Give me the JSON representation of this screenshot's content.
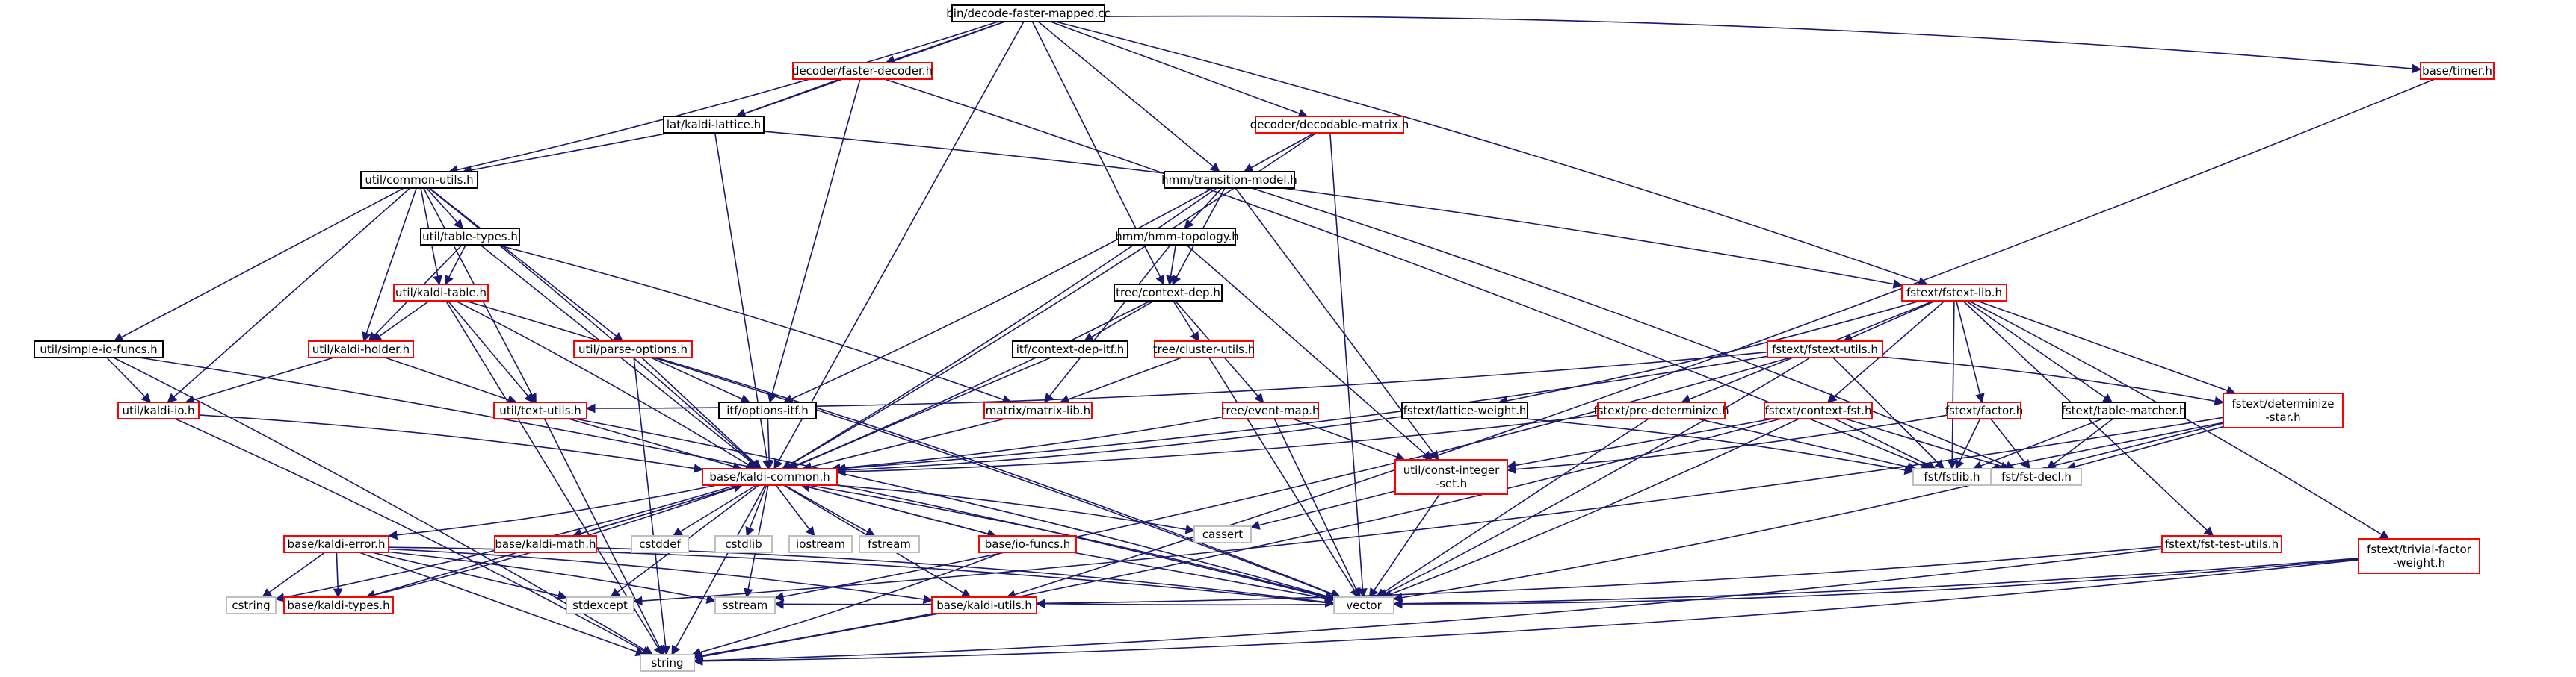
{
  "diagram": {
    "root": "bin/decode-faster-mapped.cc",
    "colors": {
      "root_fill": "#bfbfbf",
      "red_border": "#ff0000",
      "gray_border": "#bfbfbf",
      "black_border": "#000000",
      "edge": "#191970"
    },
    "nodes": [
      {
        "id": "root",
        "label": "bin/decode-faster-mapped.cc",
        "style": "root"
      },
      {
        "id": "faster_decoder",
        "label": "decoder/faster-decoder.h",
        "style": "red"
      },
      {
        "id": "timer",
        "label": "base/timer.h",
        "style": "red"
      },
      {
        "id": "kaldi_lattice",
        "label": "lat/kaldi-lattice.h",
        "style": "black"
      },
      {
        "id": "decodable_matrix",
        "label": "decoder/decodable-matrix.h",
        "style": "red"
      },
      {
        "id": "common_utils",
        "label": "util/common-utils.h",
        "style": "black"
      },
      {
        "id": "transition_model",
        "label": "hmm/transition-model.h",
        "style": "black"
      },
      {
        "id": "table_types",
        "label": "util/table-types.h",
        "style": "black"
      },
      {
        "id": "hmm_topology",
        "label": "hmm/hmm-topology.h",
        "style": "black"
      },
      {
        "id": "kaldi_table",
        "label": "util/kaldi-table.h",
        "style": "red"
      },
      {
        "id": "context_dep",
        "label": "tree/context-dep.h",
        "style": "black"
      },
      {
        "id": "fstext_lib",
        "label": "fstext/fstext-lib.h",
        "style": "red"
      },
      {
        "id": "simple_io",
        "label": "util/simple-io-funcs.h",
        "style": "black"
      },
      {
        "id": "kaldi_holder",
        "label": "util/kaldi-holder.h",
        "style": "red"
      },
      {
        "id": "parse_options",
        "label": "util/parse-options.h",
        "style": "red"
      },
      {
        "id": "context_dep_itf",
        "label": "itf/context-dep-itf.h",
        "style": "black"
      },
      {
        "id": "cluster_utils",
        "label": "tree/cluster-utils.h",
        "style": "red"
      },
      {
        "id": "fstext_utils",
        "label": "fstext/fstext-utils.h",
        "style": "red"
      },
      {
        "id": "kaldi_io",
        "label": "util/kaldi-io.h",
        "style": "red"
      },
      {
        "id": "text_utils",
        "label": "util/text-utils.h",
        "style": "red"
      },
      {
        "id": "options_itf",
        "label": "itf/options-itf.h",
        "style": "black"
      },
      {
        "id": "matrix_lib",
        "label": "matrix/matrix-lib.h",
        "style": "red"
      },
      {
        "id": "event_map",
        "label": "tree/event-map.h",
        "style": "red"
      },
      {
        "id": "lattice_weight",
        "label": "fstext/lattice-weight.h",
        "style": "black"
      },
      {
        "id": "pre_determinize",
        "label": "fstext/pre-determinize.h",
        "style": "red"
      },
      {
        "id": "context_fst",
        "label": "fstext/context-fst.h",
        "style": "red"
      },
      {
        "id": "factor",
        "label": "fstext/factor.h",
        "style": "red"
      },
      {
        "id": "table_matcher",
        "label": "fstext/table-matcher.h",
        "style": "black"
      },
      {
        "id": "determinize_star",
        "label": "fstext/determinize\n-star.h",
        "style": "red"
      },
      {
        "id": "kaldi_common",
        "label": "base/kaldi-common.h",
        "style": "red"
      },
      {
        "id": "const_integer_set",
        "label": "util/const-integer\n-set.h",
        "style": "red"
      },
      {
        "id": "fstlib",
        "label": "fst/fstlib.h",
        "style": "gray"
      },
      {
        "id": "fst_decl",
        "label": "fst/fst-decl.h",
        "style": "gray"
      },
      {
        "id": "kaldi_error",
        "label": "base/kaldi-error.h",
        "style": "red"
      },
      {
        "id": "kaldi_math",
        "label": "base/kaldi-math.h",
        "style": "red"
      },
      {
        "id": "cstddef",
        "label": "cstddef",
        "style": "gray"
      },
      {
        "id": "cstdlib",
        "label": "cstdlib",
        "style": "gray"
      },
      {
        "id": "iostream",
        "label": "iostream",
        "style": "gray"
      },
      {
        "id": "fstream",
        "label": "fstream",
        "style": "gray"
      },
      {
        "id": "io_funcs",
        "label": "base/io-funcs.h",
        "style": "red"
      },
      {
        "id": "cassert",
        "label": "cassert",
        "style": "gray"
      },
      {
        "id": "fst_test_utils",
        "label": "fstext/fst-test-utils.h",
        "style": "red"
      },
      {
        "id": "trivial_factor",
        "label": "fstext/trivial-factor\n-weight.h",
        "style": "red"
      },
      {
        "id": "kaldi_types",
        "label": "base/kaldi-types.h",
        "style": "red"
      },
      {
        "id": "cstring",
        "label": "cstring",
        "style": "gray"
      },
      {
        "id": "stdexcept",
        "label": "stdexcept",
        "style": "gray"
      },
      {
        "id": "sstream",
        "label": "sstream",
        "style": "gray"
      },
      {
        "id": "vector",
        "label": "vector",
        "style": "gray"
      },
      {
        "id": "kaldi_utils",
        "label": "base/kaldi-utils.h",
        "style": "red"
      },
      {
        "id": "string",
        "label": "string",
        "style": "gray"
      }
    ],
    "edges": [
      [
        "root",
        "faster_decoder"
      ],
      [
        "root",
        "timer"
      ],
      [
        "root",
        "kaldi_lattice"
      ],
      [
        "root",
        "decodable_matrix"
      ],
      [
        "root",
        "common_utils"
      ],
      [
        "root",
        "transition_model"
      ],
      [
        "root",
        "context_dep"
      ],
      [
        "root",
        "fstext_lib"
      ],
      [
        "root",
        "kaldi_common"
      ],
      [
        "faster_decoder",
        "kaldi_lattice"
      ],
      [
        "faster_decoder",
        "options_itf"
      ],
      [
        "faster_decoder",
        "fstlib"
      ],
      [
        "timer",
        "kaldi_utils"
      ],
      [
        "kaldi_lattice",
        "common_utils"
      ],
      [
        "kaldi_lattice",
        "fstext_lib"
      ],
      [
        "kaldi_lattice",
        "kaldi_common"
      ],
      [
        "decodable_matrix",
        "transition_model"
      ],
      [
        "decodable_matrix",
        "kaldi_common"
      ],
      [
        "decodable_matrix",
        "vector"
      ],
      [
        "common_utils",
        "table_types"
      ],
      [
        "common_utils",
        "kaldi_table"
      ],
      [
        "common_utils",
        "simple_io"
      ],
      [
        "common_utils",
        "kaldi_holder"
      ],
      [
        "common_utils",
        "parse_options"
      ],
      [
        "common_utils",
        "kaldi_io"
      ],
      [
        "common_utils",
        "text_utils"
      ],
      [
        "common_utils",
        "kaldi_common"
      ],
      [
        "transition_model",
        "hmm_topology"
      ],
      [
        "transition_model",
        "context_dep"
      ],
      [
        "transition_model",
        "options_itf"
      ],
      [
        "transition_model",
        "const_integer_set"
      ],
      [
        "transition_model",
        "kaldi_common"
      ],
      [
        "transition_model",
        "fst_decl"
      ],
      [
        "table_types",
        "kaldi_table"
      ],
      [
        "table_types",
        "kaldi_holder"
      ],
      [
        "table_types",
        "matrix_lib"
      ],
      [
        "table_types",
        "kaldi_common"
      ],
      [
        "hmm_topology",
        "context_dep"
      ],
      [
        "hmm_topology",
        "matrix_lib"
      ],
      [
        "hmm_topology",
        "const_integer_set"
      ],
      [
        "kaldi_table",
        "kaldi_holder"
      ],
      [
        "kaldi_table",
        "text_utils"
      ],
      [
        "kaldi_table",
        "kaldi_common"
      ],
      [
        "kaldi_table",
        "string"
      ],
      [
        "kaldi_table",
        "vector"
      ],
      [
        "context_dep",
        "context_dep_itf"
      ],
      [
        "context_dep",
        "cluster_utils"
      ],
      [
        "context_dep",
        "event_map"
      ],
      [
        "context_dep",
        "kaldi_common"
      ],
      [
        "fstext_lib",
        "fstext_utils"
      ],
      [
        "fstext_lib",
        "lattice_weight"
      ],
      [
        "fstext_lib",
        "pre_determinize"
      ],
      [
        "fstext_lib",
        "context_fst"
      ],
      [
        "fstext_lib",
        "factor"
      ],
      [
        "fstext_lib",
        "table_matcher"
      ],
      [
        "fstext_lib",
        "determinize_star"
      ],
      [
        "fstext_lib",
        "fstlib"
      ],
      [
        "fstext_lib",
        "fst_test_utils"
      ],
      [
        "fstext_lib",
        "trivial_factor"
      ],
      [
        "simple_io",
        "kaldi_io"
      ],
      [
        "simple_io",
        "string"
      ],
      [
        "simple_io",
        "vector"
      ],
      [
        "kaldi_holder",
        "kaldi_io"
      ],
      [
        "kaldi_holder",
        "text_utils"
      ],
      [
        "parse_options",
        "options_itf"
      ],
      [
        "parse_options",
        "kaldi_common"
      ],
      [
        "parse_options",
        "string"
      ],
      [
        "parse_options",
        "vector"
      ],
      [
        "context_dep_itf",
        "kaldi_common"
      ],
      [
        "cluster_utils",
        "matrix_lib"
      ],
      [
        "cluster_utils",
        "vector"
      ],
      [
        "fstext_utils",
        "text_utils"
      ],
      [
        "fstext_utils",
        "determinize_star"
      ],
      [
        "fstext_utils",
        "fstlib"
      ],
      [
        "fstext_utils",
        "vector"
      ],
      [
        "fstext_utils",
        "kaldi_common"
      ],
      [
        "fstext_utils",
        "sstream"
      ],
      [
        "kaldi_io",
        "kaldi_common"
      ],
      [
        "kaldi_io",
        "string"
      ],
      [
        "text_utils",
        "kaldi_common"
      ],
      [
        "text_utils",
        "string"
      ],
      [
        "text_utils",
        "vector"
      ],
      [
        "options_itf",
        "kaldi_common"
      ],
      [
        "matrix_lib",
        "kaldi_common"
      ],
      [
        "event_map",
        "kaldi_common"
      ],
      [
        "event_map",
        "const_integer_set"
      ],
      [
        "event_map",
        "vector"
      ],
      [
        "lattice_weight",
        "kaldi_common"
      ],
      [
        "lattice_weight",
        "fstlib"
      ],
      [
        "pre_determinize",
        "kaldi_common"
      ],
      [
        "pre_determinize",
        "fstlib"
      ],
      [
        "pre_determinize",
        "vector"
      ],
      [
        "context_fst",
        "const_integer_set"
      ],
      [
        "context_fst",
        "fstlib"
      ],
      [
        "context_fst",
        "fst_decl"
      ],
      [
        "context_fst",
        "vector"
      ],
      [
        "context_fst",
        "string"
      ],
      [
        "factor",
        "const_integer_set"
      ],
      [
        "factor",
        "fstlib"
      ],
      [
        "factor",
        "fst_decl"
      ],
      [
        "table_matcher",
        "fstlib"
      ],
      [
        "table_matcher",
        "fst_decl"
      ],
      [
        "determinize_star",
        "fstlib"
      ],
      [
        "determinize_star",
        "fst_decl"
      ],
      [
        "determinize_star",
        "vector"
      ],
      [
        "determinize_star",
        "stdexcept"
      ],
      [
        "kaldi_common",
        "kaldi_error"
      ],
      [
        "kaldi_common",
        "kaldi_math"
      ],
      [
        "kaldi_common",
        "cstddef"
      ],
      [
        "kaldi_common",
        "cstdlib"
      ],
      [
        "kaldi_common",
        "iostream"
      ],
      [
        "kaldi_common",
        "fstream"
      ],
      [
        "kaldi_common",
        "io_funcs"
      ],
      [
        "kaldi_common",
        "cassert"
      ],
      [
        "kaldi_common",
        "kaldi_types"
      ],
      [
        "kaldi_common",
        "cstring"
      ],
      [
        "kaldi_common",
        "stdexcept"
      ],
      [
        "kaldi_common",
        "sstream"
      ],
      [
        "kaldi_common",
        "vector"
      ],
      [
        "kaldi_common",
        "kaldi_utils"
      ],
      [
        "kaldi_common",
        "string"
      ],
      [
        "const_integer_set",
        "cassert"
      ],
      [
        "const_integer_set",
        "vector"
      ],
      [
        "kaldi_error",
        "kaldi_types"
      ],
      [
        "kaldi_error",
        "cstring"
      ],
      [
        "kaldi_error",
        "stdexcept"
      ],
      [
        "kaldi_error",
        "sstream"
      ],
      [
        "kaldi_error",
        "vector"
      ],
      [
        "kaldi_error",
        "string"
      ],
      [
        "kaldi_error",
        "kaldi_utils"
      ],
      [
        "kaldi_math",
        "kaldi_common"
      ],
      [
        "kaldi_math",
        "kaldi_types"
      ],
      [
        "kaldi_math",
        "vector"
      ],
      [
        "io_funcs",
        "kaldi_common"
      ],
      [
        "io_funcs",
        "vector"
      ],
      [
        "io_funcs",
        "string"
      ],
      [
        "fst_test_utils",
        "sstream"
      ],
      [
        "fst_test_utils",
        "string"
      ],
      [
        "trivial_factor",
        "vector"
      ],
      [
        "trivial_factor",
        "string"
      ],
      [
        "trivial_factor",
        "kaldi_utils"
      ],
      [
        "kaldi_utils",
        "string"
      ]
    ]
  }
}
